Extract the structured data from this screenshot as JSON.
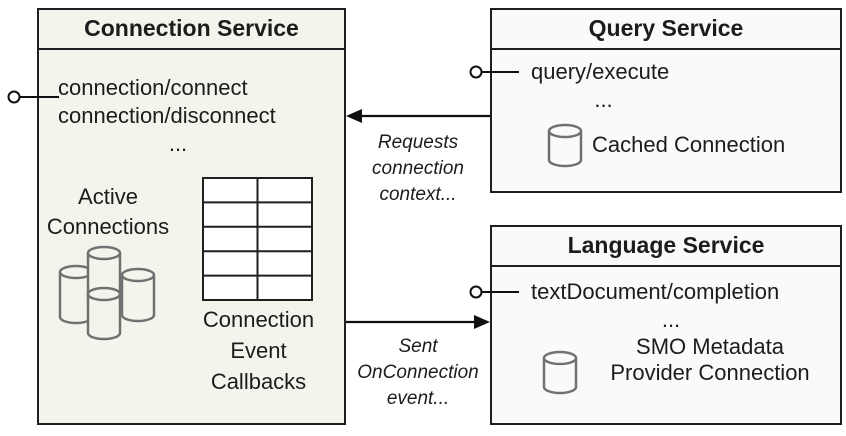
{
  "colors": {
    "connection_box_fill": "#f2f5eb",
    "service_box_fill": "#fafafa",
    "border": "#1f1f1f",
    "icon_gray": "#707070",
    "text": "#1c1c1c"
  },
  "connection_service": {
    "title": "Connection Service",
    "methods": [
      "connection/connect",
      "connection/disconnect",
      "..."
    ],
    "active_connections": [
      "Active",
      "Connections"
    ],
    "callbacks": [
      "Connection",
      "Event",
      "Callbacks"
    ],
    "icons": {
      "interface": "lollipop-interface-icon",
      "active_connections": "database-cluster-icon",
      "callbacks": "table-grid-icon"
    }
  },
  "query_service": {
    "title": "Query Service",
    "methods": [
      "query/execute",
      "..."
    ],
    "cached_connection": "Cached Connection",
    "icons": {
      "interface": "lollipop-interface-icon",
      "cached_connection": "database-icon"
    }
  },
  "language_service": {
    "title": "Language Service",
    "methods": [
      "textDocument/completion",
      "..."
    ],
    "smo_connection": [
      "SMO Metadata",
      "Provider Connection"
    ],
    "icons": {
      "interface": "lollipop-interface-icon",
      "smo_connection": "database-icon"
    }
  },
  "arrows": {
    "requests": {
      "from": "Query Service",
      "to": "Connection Service",
      "label": [
        "Requests",
        "connection",
        "context..."
      ]
    },
    "sent": {
      "from": "Connection Service",
      "to": "Language Service",
      "label": [
        "Sent",
        "OnConnection",
        "event..."
      ]
    }
  }
}
